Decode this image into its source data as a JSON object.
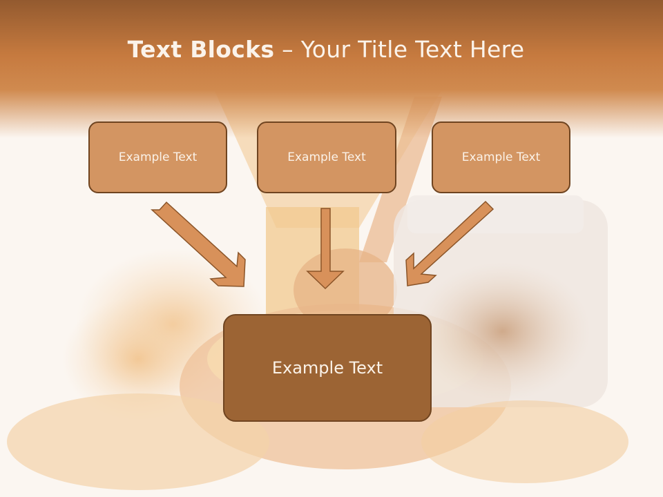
{
  "slide": {
    "title_bold": "Text Blocks",
    "title_dash": " – ",
    "title_rest": "Your Title Text Here"
  },
  "blocks": {
    "left": "Example Text",
    "middle": "Example Text",
    "right": "Example Text",
    "target": "Example Text"
  },
  "colors": {
    "header": "#c67a3f",
    "box_fill": "#d39562",
    "box_dark": "#9c6434",
    "border": "#6f4420",
    "arrow_fill": "#d8915a"
  }
}
